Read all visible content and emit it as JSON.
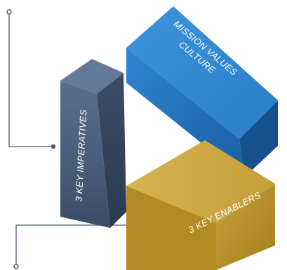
{
  "diagram": {
    "blocks": {
      "mission": {
        "line1": "MISSION VALUES",
        "line2": "CULTURE",
        "color": "#1f6fb8"
      },
      "imperatives": {
        "label": "3 KEY IMPERATIVES",
        "color": "#3e536f"
      },
      "enablers": {
        "label": "3 KEY ENABLERS",
        "color": "#b8912a"
      }
    },
    "connector_color": "#4a5a6c"
  }
}
